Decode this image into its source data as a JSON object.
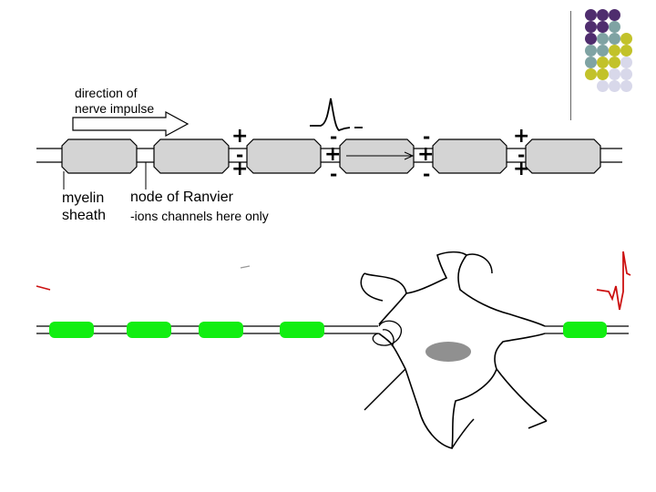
{
  "labels": {
    "direction": [
      "direction of",
      "nerve impulse"
    ],
    "myelin": [
      "myelin",
      "sheath"
    ],
    "node": "node of Ranvier",
    "ions": "-ions channels here only"
  },
  "signs": {
    "plus": "+",
    "minus": "-"
  },
  "colors": {
    "purple": "#4f2d6e",
    "teal": "#7fa3a3",
    "olive": "#c2c22a",
    "lavender": "#d8d8ea",
    "myelin_fill": "#d4d4d4",
    "green_node": "#11ee11",
    "red_trace": "#cc1111",
    "nucleus": "#909090"
  }
}
